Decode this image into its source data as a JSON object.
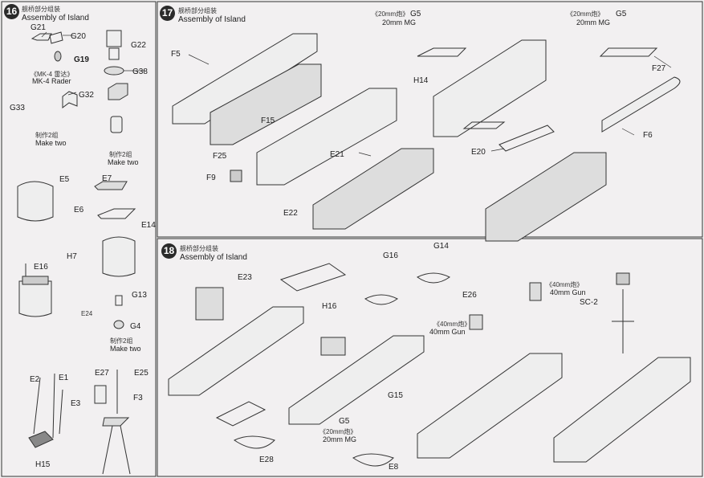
{
  "steps": [
    {
      "number": "16",
      "title_cn": "舰桥部分组装",
      "title_en": "Assembly of Island"
    },
    {
      "number": "17",
      "title_cn": "舰桥部分组装",
      "title_en": "Assembly of Island"
    },
    {
      "number": "18",
      "title_cn": "舰桥部分组装",
      "title_en": "Assembly of Island"
    }
  ],
  "step16": {
    "parts": [
      "G21",
      "G20",
      "G19",
      "G22",
      "G38",
      "G32",
      "G33",
      "E5",
      "E6",
      "E7",
      "E14",
      "H7",
      "E16",
      "E24",
      "G13",
      "G4",
      "E2",
      "E1",
      "E3",
      "E27",
      "E25",
      "F3",
      "H15"
    ],
    "radar_cn": "《MK-4 雷达》",
    "radar_en": "MK-4 Rader",
    "make_two_cn": "制作2组",
    "make_two_en": "Make two"
  },
  "step17": {
    "parts": [
      "F5",
      "F15",
      "F25",
      "F9",
      "E21",
      "E22",
      "G5",
      "H14",
      "F27",
      "E20",
      "F6"
    ],
    "mg_cn": "《20mm炮》",
    "mg_en": "20mm MG"
  },
  "step18": {
    "parts": [
      "E23",
      "H16",
      "G16",
      "G14",
      "E26",
      "SC-2",
      "G15",
      "G5",
      "E28",
      "E8"
    ],
    "gun_cn": "《40mm炮》",
    "gun_en": "40mm Gun",
    "mg_cn": "《20mm炮》",
    "mg_en": "20mm MG"
  }
}
